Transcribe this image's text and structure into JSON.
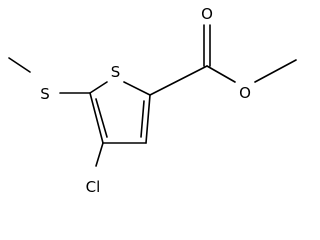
{
  "molecule": {
    "atoms": {
      "ring_sulfur": "S",
      "thioether_sulfur": "S",
      "chlorine": "Cl",
      "carbonyl_oxygen": "O",
      "ester_oxygen": "O"
    }
  }
}
